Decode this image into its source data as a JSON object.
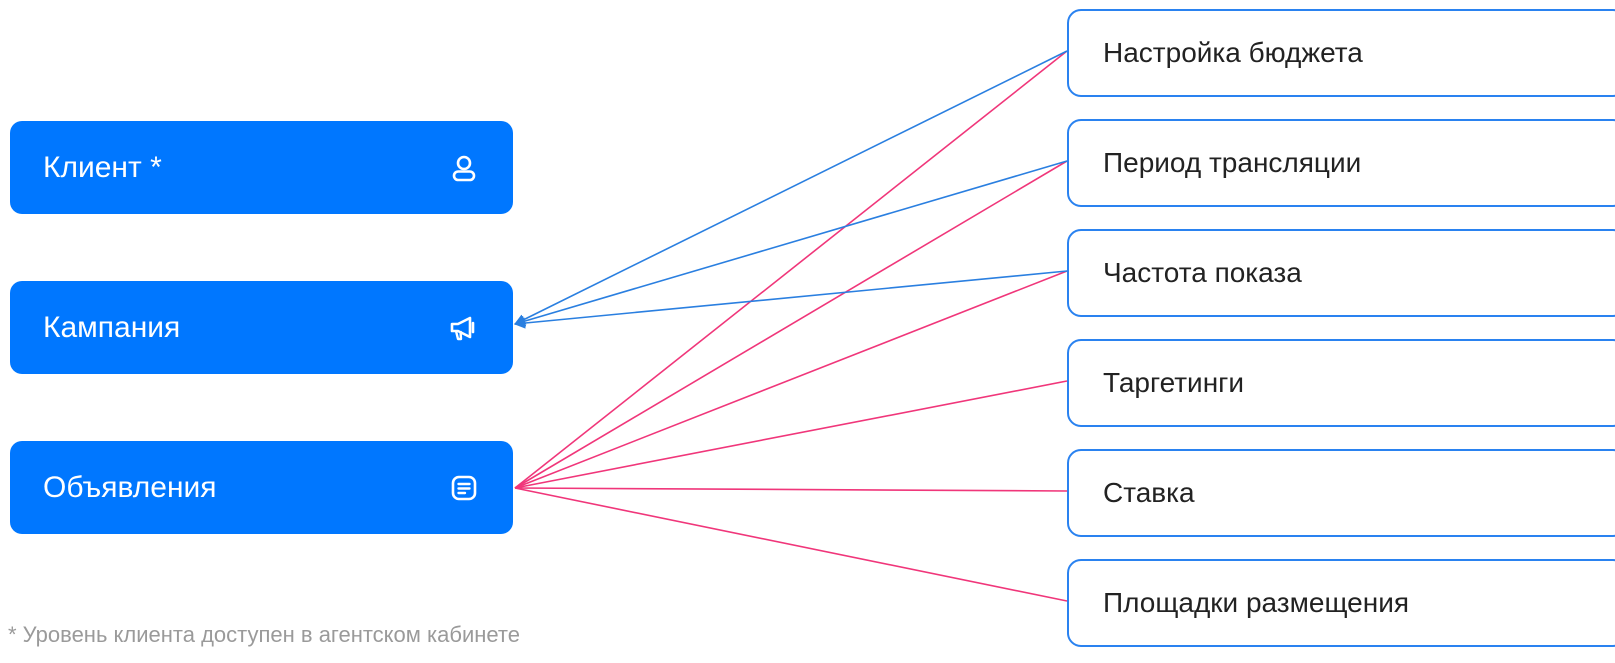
{
  "levels": {
    "client": {
      "label": "Клиент *",
      "icon": "user-icon"
    },
    "campaign": {
      "label": "Кампания",
      "icon": "megaphone-icon"
    },
    "ads": {
      "label": "Объявления",
      "icon": "document-icon"
    }
  },
  "settings": [
    {
      "label": "Настройка бюджета",
      "levels": [
        "campaign",
        "ads"
      ]
    },
    {
      "label": "Период трансляции",
      "levels": [
        "campaign",
        "ads"
      ]
    },
    {
      "label": "Частота показа",
      "levels": [
        "campaign",
        "ads"
      ]
    },
    {
      "label": "Таргетинги",
      "levels": [
        "ads"
      ]
    },
    {
      "label": "Ставка",
      "levels": [
        "ads"
      ]
    },
    {
      "label": "Площадки размещения",
      "levels": [
        "ads"
      ]
    }
  ],
  "footnote": "* Уровень клиента доступен в агентском кабинете",
  "colors": {
    "level_fill": "#0077ff",
    "campaign_link": "#2a7fe0",
    "ads_link": "#f0367a",
    "setting_border": "#2a82f0"
  }
}
